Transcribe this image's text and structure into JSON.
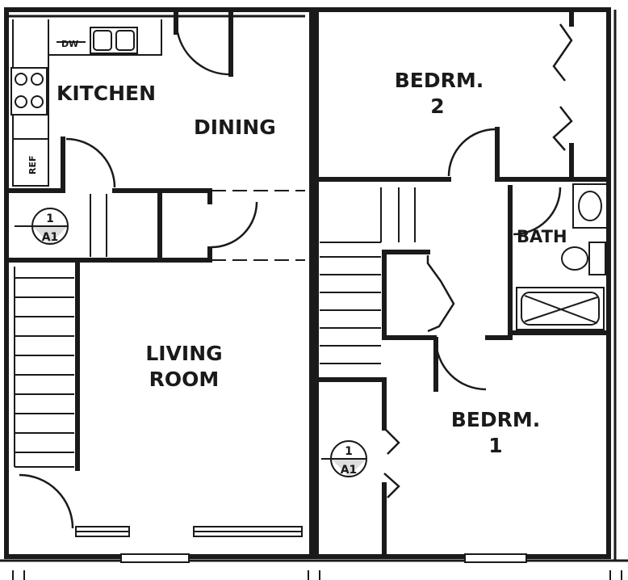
{
  "rooms": {
    "kitchen": "KITCHEN",
    "dining": "DINING",
    "living_line1": "LIVING",
    "living_line2": "ROOM",
    "bed2_line1": "BEDRM.",
    "bed2_line2": "2",
    "bath": "BATH",
    "bed1_line1": "BEDRM.",
    "bed1_line2": "1"
  },
  "fixtures": {
    "dishwasher": "DW",
    "refrigerator": "REF"
  },
  "section_markers": [
    {
      "number": "1",
      "sheet": "A1"
    },
    {
      "number": "1",
      "sheet": "A1"
    }
  ]
}
